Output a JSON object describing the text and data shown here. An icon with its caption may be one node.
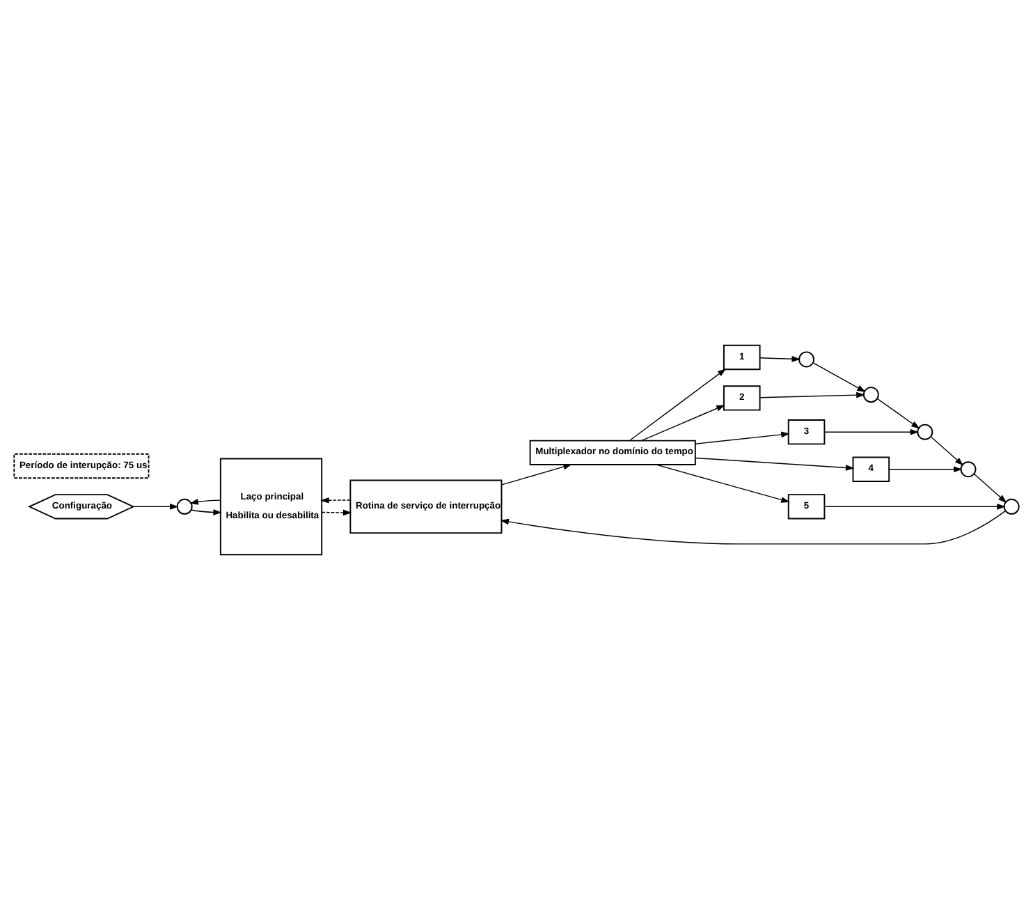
{
  "diagram": {
    "nodes": [
      {
        "text": [
          "Configuração"
        ]
      },
      {
        "text": [],
        "shape": "circle"
      },
      {
        "text": [
          "Laço principal",
          "Habilita ou desabilita"
        ]
      },
      {
        "text": [
          "Multiplexador no domínio do tempo"
        ]
      },
      {
        "text": [
          "Rotina de serviço de interrupção"
        ]
      },
      {
        "text": [
          "1"
        ]
      },
      {
        "text": [
          "2"
        ]
      },
      {
        "text": [
          "3"
        ]
      },
      {
        "text": [
          "4"
        ]
      },
      {
        "text": [
          "5"
        ]
      },
      {
        "text": [],
        "shape": "circle"
      },
      {
        "text": [],
        "shape": "circle"
      },
      {
        "text": [],
        "shape": "circle"
      },
      {
        "text": [],
        "shape": "circle"
      },
      {
        "text": [],
        "shape": "circle"
      },
      {
        "text": [
          "Período de interupção: 75 us"
        ]
      }
    ],
    "edges": [
      {
        "from": 0,
        "to": 1,
        "arrow": "to"
      },
      {
        "from": 2,
        "to": 1,
        "arrow": "to"
      },
      {
        "from": 1,
        "to": 2,
        "arrow": "to"
      },
      {
        "from": 2,
        "to": 4,
        "arrow": "to",
        "style": "dashed"
      },
      {
        "from": 4,
        "to": 2,
        "arrow": "to",
        "style": "dashed"
      },
      {
        "from": 4,
        "to": 3,
        "arrow": "to"
      },
      {
        "from": 3,
        "to": 5,
        "arrow": "to"
      },
      {
        "from": 3,
        "to": 6,
        "arrow": "to"
      },
      {
        "from": 3,
        "to": 7,
        "arrow": "to"
      },
      {
        "from": 3,
        "to": 8,
        "arrow": "to"
      },
      {
        "from": 3,
        "to": 9,
        "arrow": "to"
      },
      {
        "from": 5,
        "to": 10,
        "arrow": "to"
      },
      {
        "from": 6,
        "to": 11,
        "arrow": "to"
      },
      {
        "from": 7,
        "to": 12,
        "arrow": "to"
      },
      {
        "from": 8,
        "to": 13,
        "arrow": "to"
      },
      {
        "from": 9,
        "to": 14,
        "arrow": "to"
      },
      {
        "from": 10,
        "to": 11,
        "arrow": "to"
      },
      {
        "from": 11,
        "to": 12,
        "arrow": "to"
      },
      {
        "from": 12,
        "to": 13,
        "arrow": "to"
      },
      {
        "from": 13,
        "to": 14,
        "arrow": "to"
      },
      {
        "from": 14,
        "to": 4,
        "arrow": "to"
      }
    ]
  }
}
